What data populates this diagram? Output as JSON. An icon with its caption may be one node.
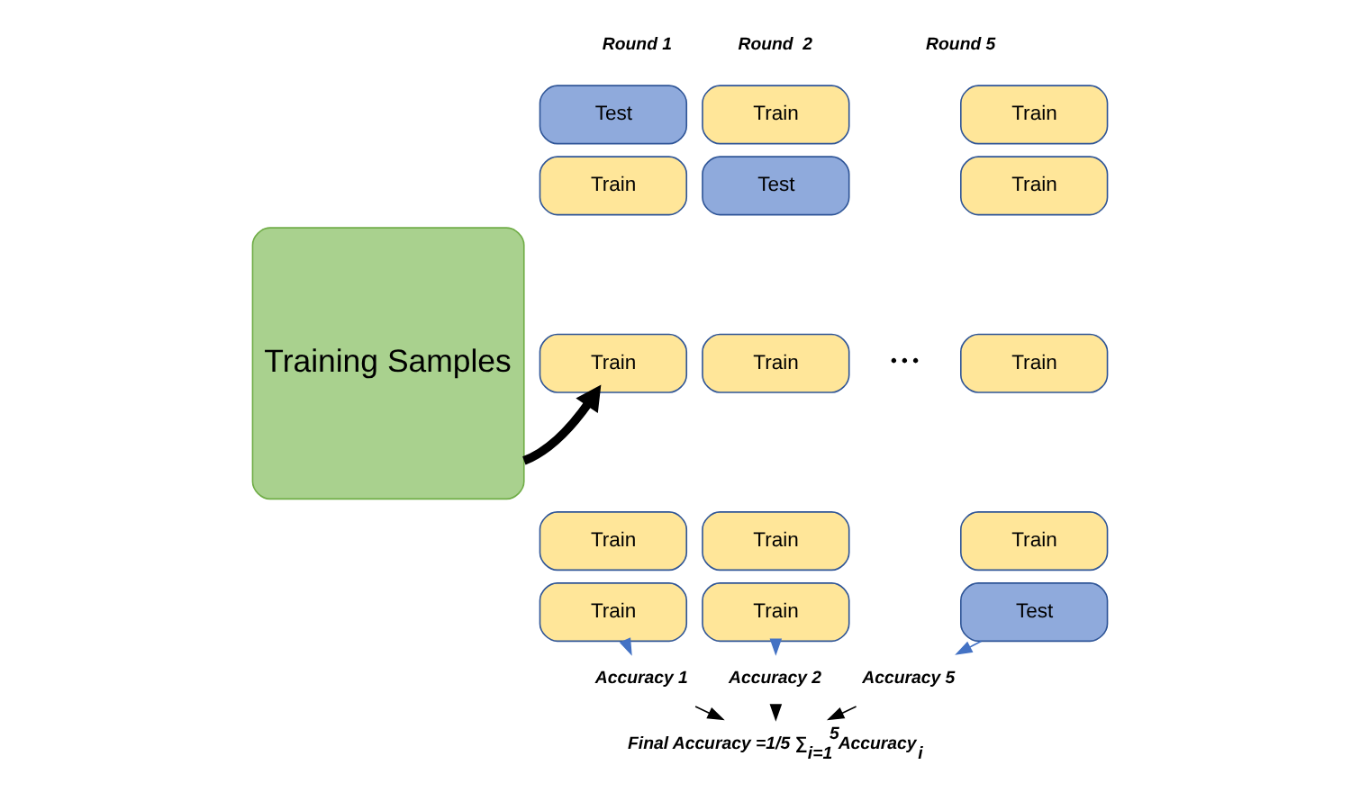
{
  "diagram": {
    "nodes": [
      {
        "text": [
          "Training Samples"
        ]
      },
      {
        "text": [
          "Test"
        ]
      },
      {
        "text": [
          "Train"
        ]
      },
      {
        "text": [
          "Train"
        ]
      },
      {
        "text": [
          "Train"
        ]
      },
      {
        "text": [
          "Train"
        ]
      },
      {
        "text": [
          "Train"
        ]
      },
      {
        "text": [
          "Test"
        ]
      },
      {
        "text": [
          "Train"
        ]
      },
      {
        "text": [
          "Train"
        ]
      },
      {
        "text": [
          "Train"
        ]
      },
      {
        "text": [
          "Train"
        ]
      },
      {
        "text": [
          "Train"
        ]
      },
      {
        "text": [
          "Train"
        ]
      },
      {
        "text": [
          "Train"
        ]
      },
      {
        "text": [
          "Test"
        ]
      },
      {
        "text": [
          "Accuracy 1"
        ]
      },
      {
        "text": [
          "Accuracy 2"
        ]
      },
      {
        "text": [
          "Accuracy 5"
        ]
      },
      {
        "text": [
          "Final Accuracy =1/5 ∑$_{i=1}$$^{5}$Accuracy$_{i}$"
        ]
      }
    ],
    "edges": [
      {
        "from": 0,
        "to": 3,
        "arrow": "to",
        "style": "thick"
      },
      {
        "from": 5,
        "to": 16,
        "arrow": "to",
        "color": "#4472c4"
      },
      {
        "from": 10,
        "to": 17,
        "arrow": "to",
        "color": "#4472c4"
      },
      {
        "from": 15,
        "to": 18,
        "arrow": "to",
        "color": "#4472c4"
      },
      {
        "from": 16,
        "to": 19,
        "arrow": "to"
      },
      {
        "from": 17,
        "to": 19,
        "arrow": "to"
      },
      {
        "from": 18,
        "to": 19,
        "arrow": "to"
      }
    ],
    "labels": [
      "Round 1",
      "Round  2",
      "Round 5",
      "• • •"
    ]
  }
}
